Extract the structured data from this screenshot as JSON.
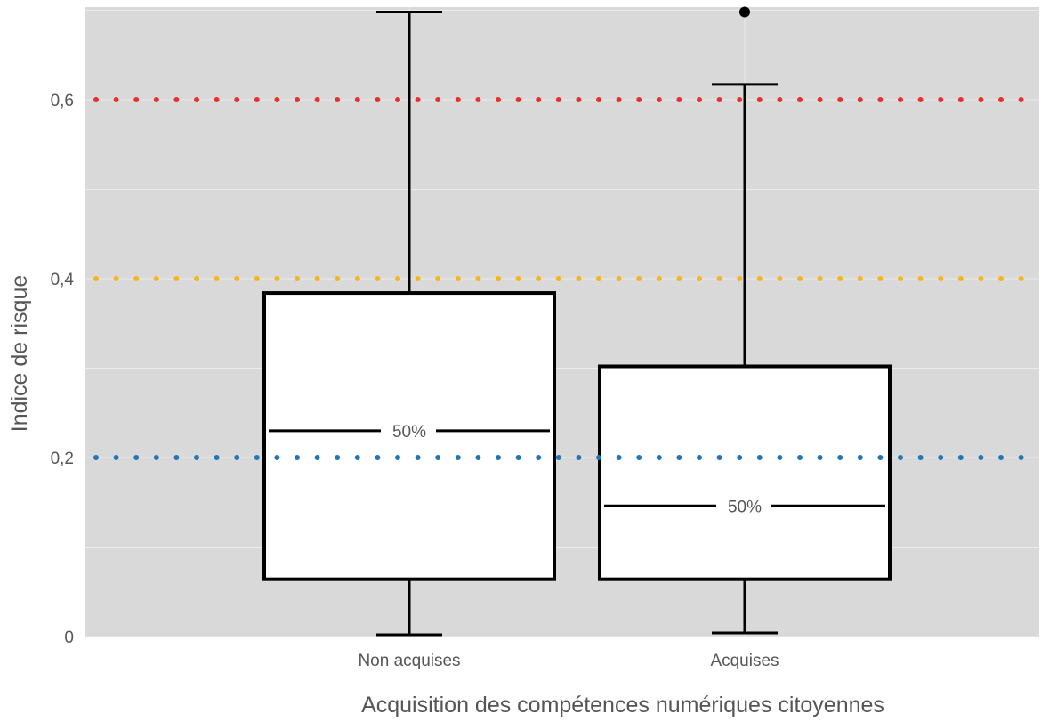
{
  "chart_data": {
    "type": "boxplot",
    "xlabel": "Acquisition des compétences numériques citoyennes",
    "ylabel": "Indice de risque",
    "ylim": [
      0,
      0.7
    ],
    "y_ticks": [
      {
        "value": 0,
        "label": "0"
      },
      {
        "value": 0.2,
        "label": "0,2"
      },
      {
        "value": 0.4,
        "label": "0,4"
      },
      {
        "value": 0.6,
        "label": "0,6"
      }
    ],
    "grid": true,
    "categories": [
      "Non acquises",
      "Acquises"
    ],
    "boxes": [
      {
        "category": "Non acquises",
        "whisker_low": 0.002,
        "q1": 0.064,
        "median": 0.23,
        "q3": 0.384,
        "whisker_high": 0.698,
        "median_label": "50%",
        "outliers": []
      },
      {
        "category": "Acquises",
        "whisker_low": 0.004,
        "q1": 0.064,
        "median": 0.146,
        "q3": 0.302,
        "whisker_high": 0.617,
        "median_label": "50%",
        "outliers": [
          0.698
        ]
      }
    ],
    "threshold_lines": [
      {
        "value": 0.2,
        "color": "#1f77b4"
      },
      {
        "value": 0.4,
        "color": "#f5b51d"
      },
      {
        "value": 0.6,
        "color": "#e8302a"
      }
    ],
    "colors": {
      "panel": "#d9d9d9",
      "grid": "#ececec",
      "box_fill": "#ffffff",
      "stroke": "#000000"
    }
  }
}
